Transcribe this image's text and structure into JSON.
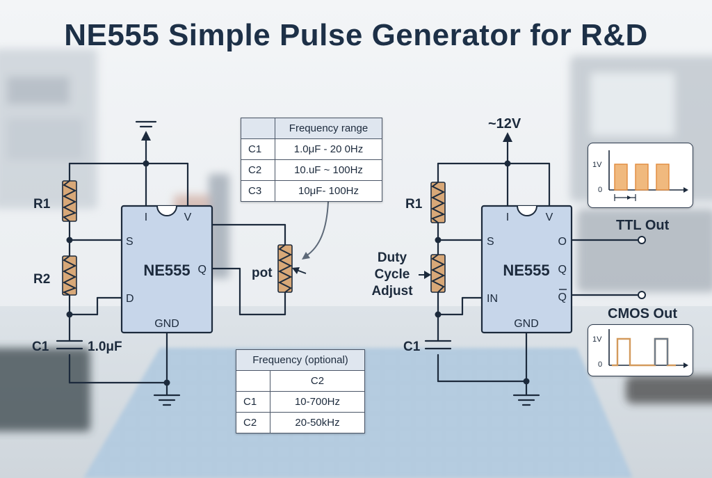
{
  "title": "NE555 Simple Pulse Generator for R&D",
  "colors": {
    "chip": "#c7d6ea",
    "wire": "#1c2a3c",
    "resistor": "#d8a878",
    "ttl_wave": "#f0b97e",
    "cmos_wave": "#d39a5c",
    "board": "#b5cce0"
  },
  "left_circuit": {
    "chip_label": "NE555",
    "pins": {
      "i": "I",
      "v": "V",
      "s": "S",
      "d": "D",
      "q": "Q",
      "gnd": "GND"
    },
    "r1": "R1",
    "r2": "R2",
    "c1": "C1",
    "c1_value": "1.0μF",
    "pot": "pot"
  },
  "right_circuit": {
    "supply": "~12V",
    "chip_label": "NE555",
    "pins": {
      "i": "I",
      "v": "V",
      "s": "S",
      "in": "IN",
      "o": "O",
      "q": "Q",
      "qbar": "Q",
      "gnd": "GND"
    },
    "r1": "R1",
    "c1": "C1",
    "duty": [
      "Duty",
      "Cycle",
      "Adjust"
    ],
    "ttl_out": "TTL Out",
    "cmos_out": "CMOS Out"
  },
  "freq_table": {
    "header": "Frequency range",
    "rows": [
      {
        "key": "C1",
        "value": "1.0μF - 20 0Hz"
      },
      {
        "key": "C2",
        "value": "10.uF ~ 100Hz"
      },
      {
        "key": "C3",
        "value": "10μF- 100Hz"
      }
    ]
  },
  "optional_table": {
    "header": "Frequency (optional)",
    "subheader": "C2",
    "rows": [
      {
        "key": "C1",
        "value": "10-700Hz"
      },
      {
        "key": "C2",
        "value": "20-50kHz"
      }
    ]
  },
  "ttl_scope": {
    "y_high": "1V",
    "y_low": "0"
  },
  "cmos_scope": {
    "y_high": "1V",
    "y_low": "0"
  }
}
